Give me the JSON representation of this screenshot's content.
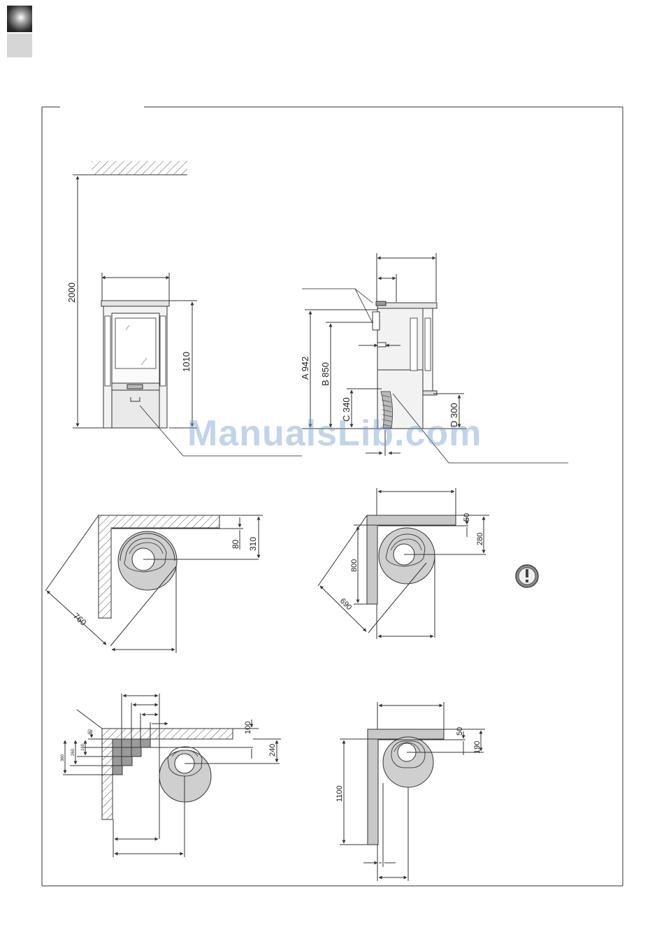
{
  "watermark": "ManualsLib.com",
  "dimensions": {
    "ceiling_height": "2000",
    "stove_height": "1010",
    "a": "A 942",
    "b": "B 850",
    "c": "C 340",
    "d": "D 300",
    "corner1_wall_gap": "80",
    "corner1_depth": "310",
    "corner1_diagonal": "760",
    "corner2_wall_gap": "50",
    "corner2_depth": "280",
    "corner2_side": "800",
    "corner2_diagonal": "690",
    "corner3_top": "100",
    "corner3_depth": "240",
    "corner3_step1": "60",
    "corner3_step2": "160",
    "corner3_step3": "260",
    "corner3_step4": "360",
    "corner4_wall_gap": "50",
    "corner4_depth": "190",
    "corner4_side": "1100"
  },
  "colors": {
    "line": "#333333",
    "wall_fill": "#c8c8c8",
    "circle_fill": "#cfcfcf",
    "stove_fill": "#ececec"
  },
  "icons": [
    "warning-icon"
  ]
}
